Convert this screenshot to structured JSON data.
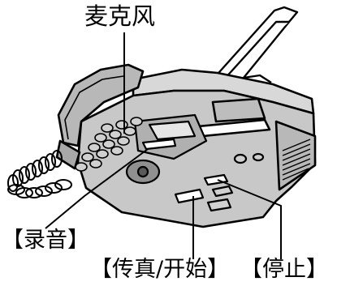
{
  "labels": {
    "microphone": "麦克风",
    "record": "【录音】",
    "copy_start": "【传真/开始】",
    "stop": "【停止】"
  }
}
